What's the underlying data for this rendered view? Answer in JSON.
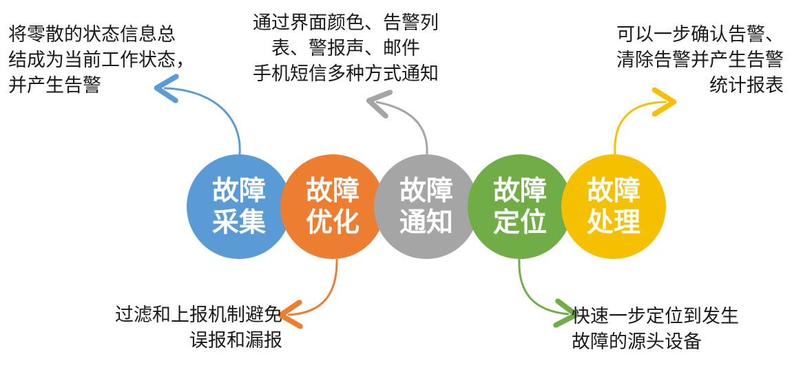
{
  "diagram": {
    "stages": [
      {
        "id": "collect",
        "line1": "故障",
        "line2": "采集",
        "color": "#5b9bd5"
      },
      {
        "id": "optimize",
        "line1": "故障",
        "line2": "优化",
        "color": "#ed7d31"
      },
      {
        "id": "notify",
        "line1": "故障",
        "line2": "通知",
        "color": "#a5a5a5"
      },
      {
        "id": "locate",
        "line1": "故障",
        "line2": "定位",
        "color": "#70ad47"
      },
      {
        "id": "handle",
        "line1": "故障",
        "line2": "处理",
        "color": "#f5c000"
      }
    ],
    "notes": {
      "collect": "将零散的状态信息总\n结成为当前工作状态，\n并产生告警",
      "optimize": "过滤和上报机制避免\n误报和漏报",
      "notify": "通过界面颜色、告警列\n表、警报声、邮件\n手机短信多种方式通知",
      "locate": "快速一步定位到发生\n故障的源头设备",
      "handle": "可以一步确认告警、\n清除告警并产生告警\n统计报表"
    }
  }
}
